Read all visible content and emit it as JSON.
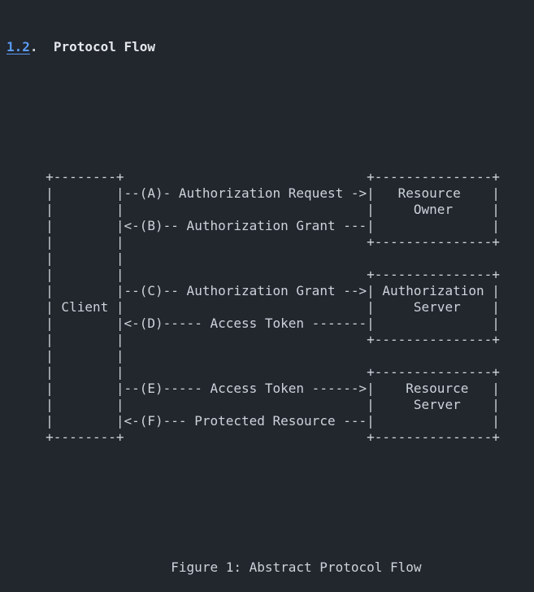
{
  "page": {
    "background_color": "#22262d",
    "text_color": "#ccd3da",
    "link_color": "#5b9cf5"
  },
  "heading": {
    "section_number": "1.2",
    "dot": ".",
    "title": "Protocol Flow"
  },
  "diagram": {
    "lines": [
      "     +--------+                               +---------------+",
      "     |        |--(A)- Authorization Request ->|   Resource    |",
      "     |        |                               |     Owner     |",
      "     |        |<-(B)-- Authorization Grant ---|               |",
      "     |        |                               +---------------+",
      "     |        |",
      "     |        |                               +---------------+",
      "     |        |--(C)-- Authorization Grant -->| Authorization |",
      "     | Client |                               |     Server    |",
      "     |        |<-(D)----- Access Token -------|               |",
      "     |        |                               +---------------+",
      "     |        |",
      "     |        |                               +---------------+",
      "     |        |--(E)----- Access Token ------>|    Resource   |",
      "     |        |                               |     Server    |",
      "     |        |<-(F)--- Protected Resource ---|               |",
      "     +--------+                               +---------------+"
    ],
    "entities": {
      "client": "Client",
      "resource_owner": "Resource Owner",
      "authorization_server": "Authorization Server",
      "resource_server": "Resource Server"
    },
    "steps": [
      "(A) Authorization Request",
      "(B) Authorization Grant",
      "(C) Authorization Grant",
      "(D) Access Token",
      "(E) Access Token",
      "(F) Protected Resource"
    ],
    "caption": "Figure 1: Abstract Protocol Flow"
  }
}
